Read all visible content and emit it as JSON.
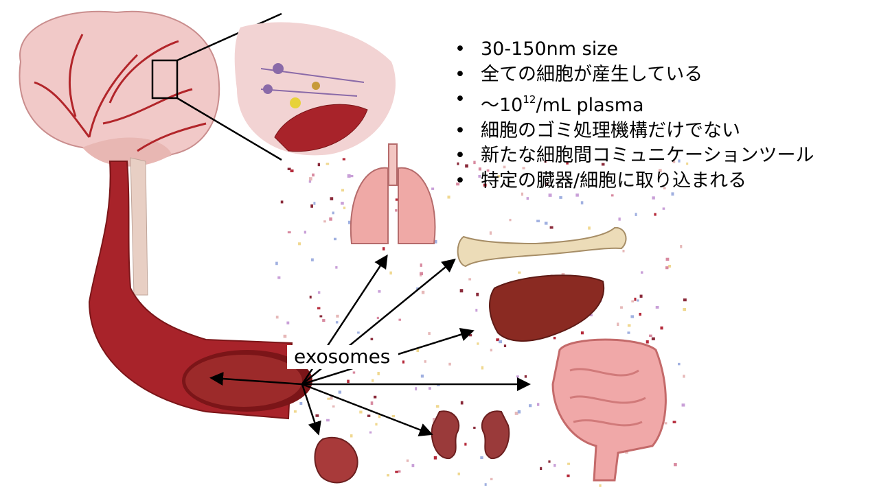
{
  "bullets": [
    {
      "text": "30-150nm size"
    },
    {
      "text": "全ての細胞が産生している"
    },
    {
      "prefix": "～10",
      "sup": "12",
      "suffix": "/mL plasma"
    },
    {
      "text": "細胞のゴミ処理機構だけでない"
    },
    {
      "text": "新たな細胞間コミュニケーションツール"
    },
    {
      "text": "特定の臓器/細胞に取り込まれる"
    }
  ],
  "label": "exosomes",
  "colors": {
    "vessel": "#a8232a",
    "brain": "#f0c4c4",
    "organ_pink": "#eaa3a3",
    "liver": "#8a2a22",
    "bone": "#ecdcb8",
    "arrow": "#000000"
  }
}
